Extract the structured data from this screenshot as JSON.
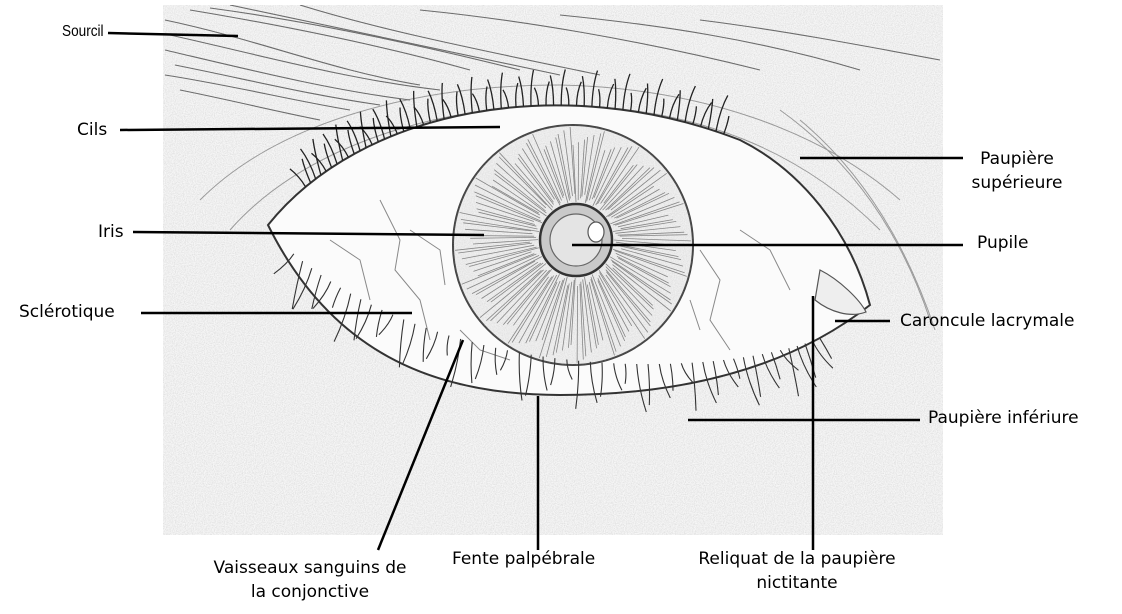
{
  "labels": {
    "sourcil": "Sourcil",
    "cils": "Cils",
    "iris": "Iris",
    "sclerotique": "Sclérotique",
    "paupiere_superieure_1": "Paupière",
    "paupiere_superieure_2": "supérieure",
    "pupile": "Pupile",
    "caroncule": "Caroncule lacrymale",
    "paupiere_inferieure": "Paupière infériure",
    "vaisseaux_1": "Vaisseaux sanguins de",
    "vaisseaux_2": "la conjonctive",
    "fente": "Fente palpébrale",
    "reliquat_1": "Reliquat de la paupière",
    "reliquat_2": "nictitante"
  }
}
